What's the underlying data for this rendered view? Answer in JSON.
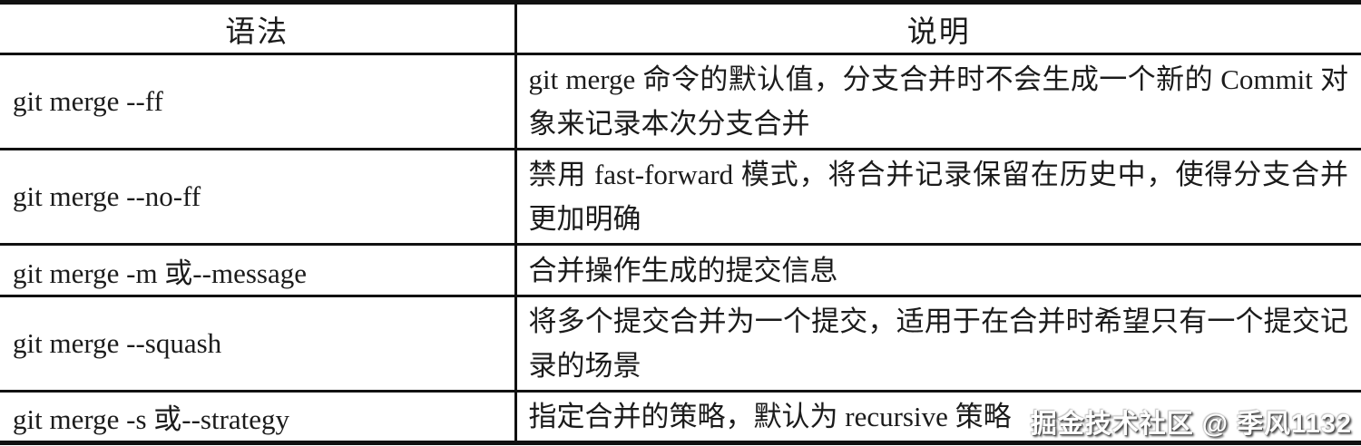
{
  "table": {
    "headers": {
      "syntax": "语法",
      "description": "说明"
    },
    "rows": [
      {
        "syntax": "git merge --ff",
        "description": "git merge 命令的默认值，分支合并时不会生成一个新的 Commit 对象来记录本次分支合并"
      },
      {
        "syntax": "git merge --no-ff",
        "description": "禁用 fast-forward 模式，将合并记录保留在历史中，使得分支合并更加明确"
      },
      {
        "syntax": "git merge -m 或--message",
        "description": "合并操作生成的提交信息"
      },
      {
        "syntax": "git merge --squash",
        "description": "将多个提交合并为一个提交，适用于在合并时希望只有一个提交记录的场景"
      },
      {
        "syntax": "git merge -s 或--strategy",
        "description": "指定合并的策略，默认为 recursive 策略"
      }
    ]
  },
  "watermark": {
    "text": "掘金技术社区 @ 季风1132"
  },
  "colors": {
    "border": "#111111",
    "text": "#1b1b1b",
    "background": "#ffffff",
    "watermark_fill": "#ffffff"
  }
}
